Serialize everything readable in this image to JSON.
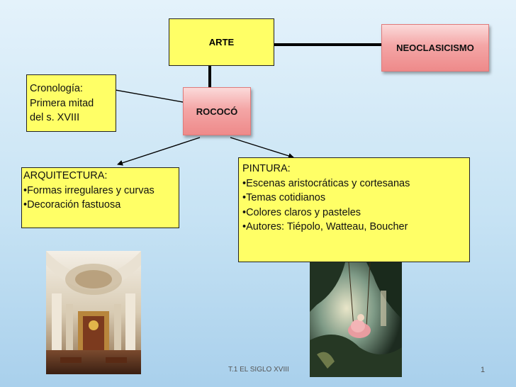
{
  "nodes": {
    "arte": "ARTE",
    "neoclasicismo": "NEOCLASICISMO",
    "rococo": "ROCOCÓ",
    "cronologia": [
      "Cronología:",
      "Primera mitad",
      "del s. XVIII"
    ],
    "arquitectura": [
      "ARQUITECTURA:",
      "•Formas irregulares y curvas",
      "•Decoración fastuosa"
    ],
    "pintura": [
      "PINTURA:",
      "•Escenas aristocráticas y cortesanas",
      "•Temas cotidianos",
      "•Colores claros y pasteles",
      "•Autores: Tiépolo,  Watteau, Boucher"
    ]
  },
  "images": {
    "architecture": "baroque-church-interior-photo",
    "painting": "the-swing-painting"
  },
  "colors": {
    "box_yellow": "#ffff66",
    "box_pink": "#f4a6a6",
    "background": "#c7e3f4"
  },
  "footer": {
    "title": "T.1 EL SIGLO XVIII",
    "page": "1"
  }
}
